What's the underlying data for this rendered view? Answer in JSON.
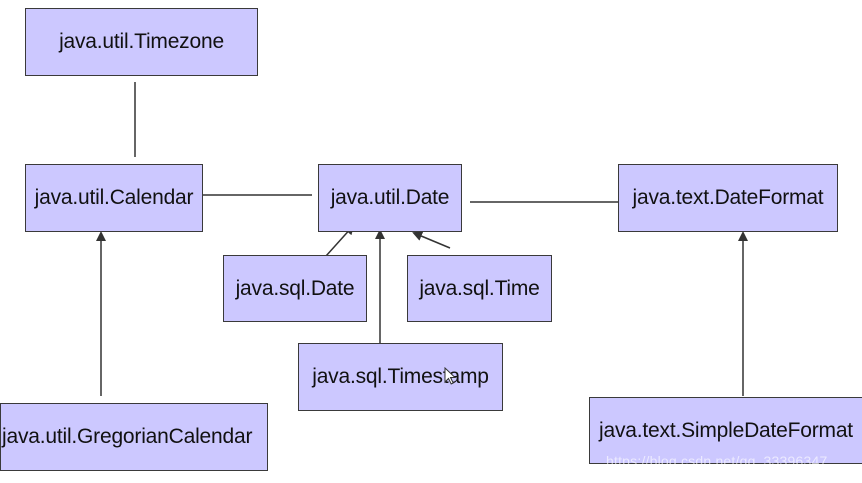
{
  "diagram": {
    "colors": {
      "box_fill": "#ccc8ff",
      "box_border": "#3a3a3a",
      "line": "#333333",
      "text": "#111111",
      "background": "#ffffff"
    },
    "nodes": {
      "timezone": "java.util.Timezone",
      "calendar": "java.util.Calendar",
      "util_date": "java.util.Date",
      "date_format": "java.text.DateFormat",
      "sql_date": "java.sql.Date",
      "sql_time": "java.sql.Time",
      "sql_timestamp": "java.sql.Timestamp",
      "gregorian_calendar": "java.util.GregorianCalendar",
      "simple_date_format": "java.text.SimpleDateFormat"
    },
    "watermark": "https://blog.csdn.net/qq_33396347",
    "icons": {
      "cursor": "mouse-pointer-icon"
    }
  }
}
